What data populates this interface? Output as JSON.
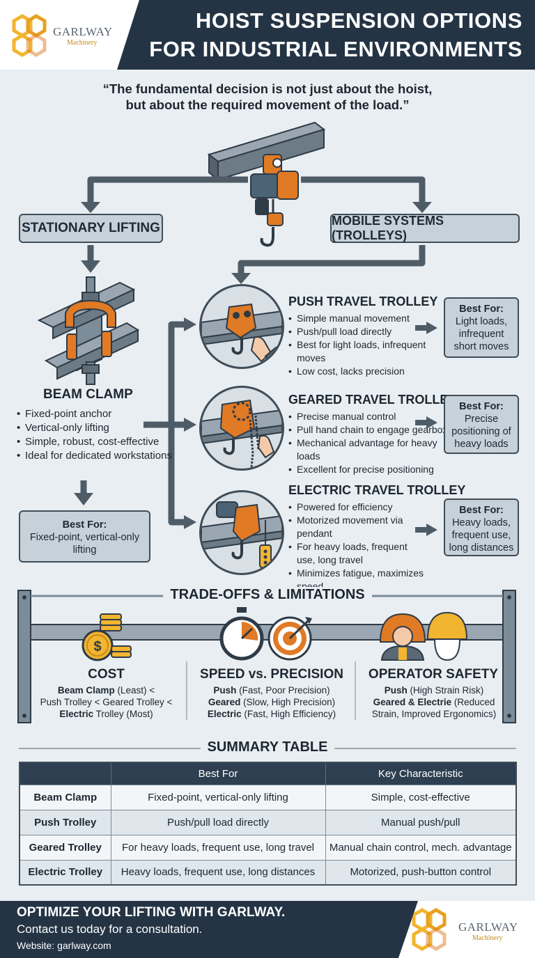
{
  "brand": {
    "name": "GARLWAY",
    "tagline": "Machinery",
    "colors": {
      "navy": "#243445",
      "orange": "#e07a25",
      "gold": "#f2b530",
      "steel": "#7d8c99"
    }
  },
  "header": {
    "title_line1": "HOIST SUSPENSION OPTIONS",
    "title_line2": "FOR INDUSTRIAL ENVIRONMENTS"
  },
  "quote": {
    "line1": "“The fundamental decision is not just about the hoist,",
    "line2": "but about the required movement of the load.”"
  },
  "branches": {
    "stationary": "STATIONARY LIFTING",
    "mobile": "MOBILE SYSTEMS (TROLLEYS)"
  },
  "beam_clamp": {
    "title": "BEAM CLAMP",
    "bullets": [
      "Fixed-point anchor",
      "Vertical-only lifting",
      "Simple, robust, cost-effective",
      "Ideal for dedicated workstations"
    ],
    "best_for_label": "Best For:",
    "best_for": "Fixed-point, vertical-only lifting"
  },
  "trolleys": [
    {
      "title": "PUSH TRAVEL TROLLEY",
      "bullets": [
        "Simple manual movement",
        "Push/pull load directly",
        "Best for light loads, infrequent moves",
        "Low cost, lacks precision"
      ],
      "best_for_label": "Best For:",
      "best_for": "Light loads, infrequent short moves"
    },
    {
      "title": "GEARED TRAVEL TROLLEY",
      "bullets": [
        "Precise manual control",
        "Pull hand chain to engage gearbox",
        "Mechanical advantage for heavy loads",
        "Excellent for precise positioning"
      ],
      "best_for_label": "Best For:",
      "best_for": "Precise positioning of heavy loads"
    },
    {
      "title": "ELECTRIC TRAVEL TROLLEY",
      "bullets": [
        "Powered for efficiency",
        "Motorized movement via pendant",
        "For heavy loads, frequent use, long travel",
        "Minimizes fatigue, maximizes speed"
      ],
      "best_for_label": "Best For:",
      "best_for": "Heavy loads, frequent use, long distances"
    }
  ],
  "tradeoffs": {
    "heading": "TRADE-OFFS & LIMITATIONS",
    "cost": {
      "title": "COST",
      "b1": "Beam Clamp",
      "t1": " (Least) <",
      "t2": "Push Trolley < Geared Trolley <",
      "b3": "Electric",
      "t3": " Trolley (Most)"
    },
    "speed": {
      "title": "SPEED vs. PRECISION",
      "b1": "Push",
      "t1": " (Fast, Poor Precision)",
      "b2": "Geared",
      "t2": " (Slow, High Precision)",
      "b3": "Electric",
      "t3": " (Fast, High Efficiency)"
    },
    "safety": {
      "title": "OPERATOR SAFETY",
      "b1": "Push",
      "t1": " (High Strain Risk)",
      "b2": "Geared & Electrie",
      "t2": " (Reduced",
      "t3": "Strain, Improved Ergonomics)"
    }
  },
  "summary": {
    "heading": "SUMMARY TABLE",
    "columns": [
      "",
      "Best For",
      "Key Characteristic"
    ],
    "rows": [
      {
        "name": "Beam Clamp",
        "best_for": "Fixed-point, vertical-only lifting",
        "key": "Simple, cost-effective"
      },
      {
        "name": "Push Trolley",
        "best_for": "Push/pull load directly",
        "key": "Manual push/pull"
      },
      {
        "name": "Geared Trolley",
        "best_for": "For heavy loads, frequent use, long travel",
        "key": "Manual chain control, mech. advantage"
      },
      {
        "name": "Electric Trolley",
        "best_for": "Heavy loads, frequent use, long distances",
        "key": "Motorized, push-button control"
      }
    ]
  },
  "footer": {
    "cta": "OPTIMIZE YOUR LIFTING WITH GARLWAY.",
    "contact": "Contact us today for a consultation.",
    "website": "Website: garlway.com"
  }
}
